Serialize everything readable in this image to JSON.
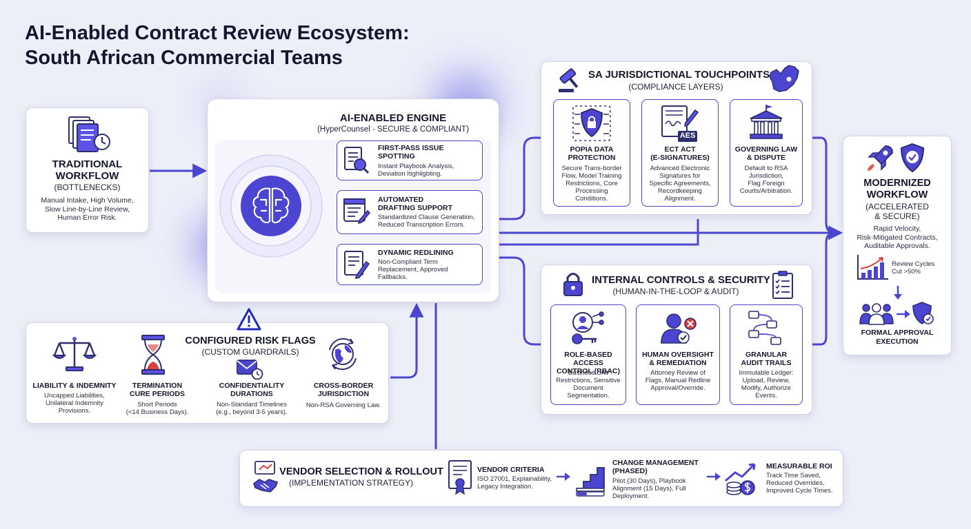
{
  "title": {
    "line1": "AI-Enabled Contract Review Ecosystem:",
    "line2": "South African Commercial Teams"
  },
  "colors": {
    "accent": "#4b45d1",
    "background": "#eceef8",
    "card": "#ffffff",
    "warning": "#2a2cc0"
  },
  "traditional": {
    "heading1": "TRADITIONAL",
    "heading2": "WORKFLOW",
    "sub": "(BOTTLENECKS)",
    "desc1": "Manual Intake, High Volume,",
    "desc2": "Slow Line-by-Line Review,",
    "desc3": "Human Error Risk.",
    "icon": "document-stack-clock-icon"
  },
  "engine": {
    "heading": "AI-ENABLED ENGINE",
    "sub": "(HyperCounsel - SECURE & COMPLIANT)",
    "icon": "brain-circuit-icon",
    "features": [
      {
        "title1": "FIRST-PASS ISSUE",
        "title2": "SPOTTING",
        "desc1": "Instant Playbook Analysis,",
        "desc2": "Deviation Itighligbting.",
        "desc3": "",
        "icon": "document-magnifier-icon"
      },
      {
        "title1": "AUTOMATED",
        "title2": "DRAFTING SUPPORT",
        "desc1": "Standardized Clause Generation,",
        "desc2": "Reduced Transcription Errors.",
        "desc3": "",
        "icon": "drafting-window-icon"
      },
      {
        "title1": "DYNAMIC REDLINING",
        "title2": "",
        "desc1": "Non-Compliant Term",
        "desc2": "Replacement, Approved",
        "desc3": "Fallbacks.",
        "icon": "document-pen-icon"
      }
    ]
  },
  "risk": {
    "heading": "CONFIGURED RISK FLAGS",
    "sub": "(CUSTOM GUARDRAILS)",
    "warning_icon": "warning-triangle-icon",
    "items": [
      {
        "t1": "LIABILITY & INDEMNITY",
        "t2": "",
        "d1": "Uncapped Liabilities,",
        "d2": "Unilateral Indemnity",
        "d3": "Provisions.",
        "icon": "scales-icon"
      },
      {
        "t1": "TERMINATION",
        "t2": "CURE PERIODS",
        "d1": "Short Periods",
        "d2": "(<14 Business Days).",
        "d3": "",
        "icon": "hourglass-icon"
      },
      {
        "t1": "CONFIDENTIALITY",
        "t2": "DURATIONS",
        "d1": "Non-Standard Timelines",
        "d2": "(e.g., beyond 3-5 years).",
        "d3": "",
        "icon": "envelope-clock-icon"
      },
      {
        "t1": "CROSS-BORDER",
        "t2": "JURISDICTION",
        "d1": "Non-RSA Governing Law.",
        "d2": "",
        "d3": "",
        "icon": "globe-arrows-icon"
      }
    ]
  },
  "sa": {
    "heading": "SA JURISDICTIONAL TOUCHPOINTS",
    "sub": "(COMPLIANCE LAYERS)",
    "gavel_icon": "gavel-icon",
    "map_icon": "south-africa-map-icon",
    "items": [
      {
        "t1": "POPIA DATA",
        "t2": "PROTECTION",
        "d1": "Secure Trans-border",
        "d2": "Flow, Model Training",
        "d3": "Restrictions, Core",
        "d4": "Processing",
        "d5": "Conditions.",
        "icon": "shield-lock-icon"
      },
      {
        "t1": "ECT ACT",
        "t2": "(E-SIGNATURES)",
        "d1": "Advanced Electronic",
        "d2": "Signatures for",
        "d3": "Specific Agreements,",
        "d4": "Recordkeeping",
        "d5": "Alignment.",
        "icon": "signature-document-icon",
        "badge": "AES"
      },
      {
        "t1": "GOVERNING LAW",
        "t2": "& DISPUTE",
        "d1": "Default to RSA",
        "d2": "Jurisdiction,",
        "d3": "Flag Foreign",
        "d4": "Courts/Arbitration.",
        "d5": "",
        "icon": "courthouse-icon"
      }
    ]
  },
  "internal": {
    "heading": "INTERNAL CONTROLS & SECURITY",
    "sub": "(HUMAN-IN-THE-LOOP & AUDIT)",
    "lock_icon": "padlock-icon",
    "checklist_icon": "checklist-icon",
    "items": [
      {
        "t1": "ROLE-BASED ACCESS",
        "t2": "CONTROL (RBAC)",
        "d1": "Business Unit",
        "d2": "Restrictions, Sensitive",
        "d3": "Document",
        "d4": "Segmentation.",
        "icon": "user-key-icon"
      },
      {
        "t1": "HUMAN OVERSIGHT",
        "t2": "& REMEDIATION",
        "d1": "Attorney Review of",
        "d2": "Flags, Manual Redline",
        "d3": "Approval/Override.",
        "d4": "",
        "icon": "person-check-icon"
      },
      {
        "t1": "GRANULAR",
        "t2": "AUDIT TRAILS",
        "d1": "Immutable Ledger:",
        "d2": "Upload, Review,",
        "d3": "Modify, Authorize",
        "d4": "Events.",
        "icon": "audit-flow-icon"
      }
    ]
  },
  "modern": {
    "heading1": "MODERNIZED",
    "heading2": "WORKFLOW",
    "sub1": "(ACCELERATED",
    "sub2": "& SECURE)",
    "desc1": "Rapid Velocity,",
    "desc2": "Risk-Mitigated Contracts,",
    "desc3": "Auditable Approvals.",
    "metric1": "Review Cycles",
    "metric2": "Cut >50%",
    "final1": "FORMAL APPROVAL",
    "final2": "EXECUTION",
    "rocket_icon": "rocket-icon",
    "shield_icon": "shield-check-icon",
    "chart_icon": "bar-chart-growth-icon",
    "team_icon": "team-icon",
    "approval_icon": "shield-check-small-icon"
  },
  "vendor": {
    "heading": "VENDOR SELECTION & ROLLOUT",
    "sub": "(IMPLEMENTATION STRATEGY)",
    "icon": "handshake-icon",
    "steps": [
      {
        "t1": "VENDOR CRITERIA",
        "t2": "",
        "d1": "ISO 27001, Explainability,",
        "d2": "Legacy Integration.",
        "d3": "",
        "icon": "certificate-icon"
      },
      {
        "t1": "CHANGE MANAGEMENT",
        "t2": "(PHASED)",
        "d1": "Pilot (30 Days), Playbook",
        "d2": "Alignment (15 Days), Full",
        "d3": "Deployment.",
        "icon": "staircase-icon"
      },
      {
        "t1": "MEASURABLE ROI",
        "t2": "",
        "d1": "Track Time Saved,",
        "d2": "Reduced Overrides,",
        "d3": "Improved Cycle Times.",
        "icon": "roi-growth-icon"
      }
    ]
  }
}
